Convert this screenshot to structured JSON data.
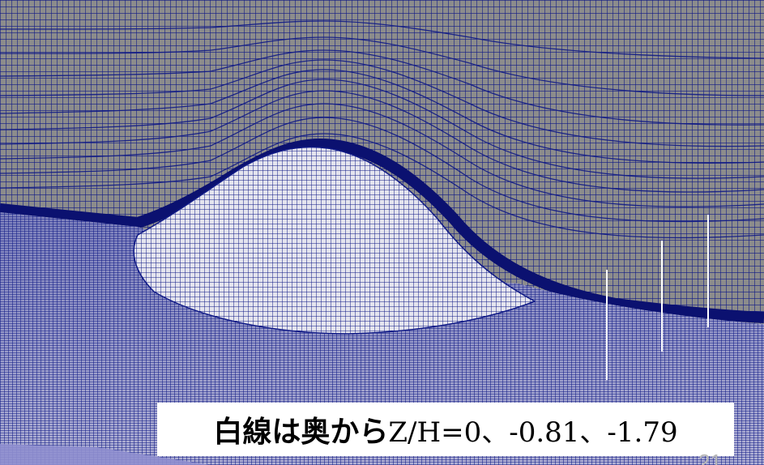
{
  "caption": {
    "label": "白線は奥から",
    "values": "Z/H=0、-0.81、-1.79"
  },
  "page_number": "21",
  "colors": {
    "background_gray": "#8c8c8c",
    "mesh_line": "#101a86",
    "highlight_line": "#ffffff",
    "floor_tint": "#8f8fcf",
    "caption_bg": "#ffffff"
  }
}
